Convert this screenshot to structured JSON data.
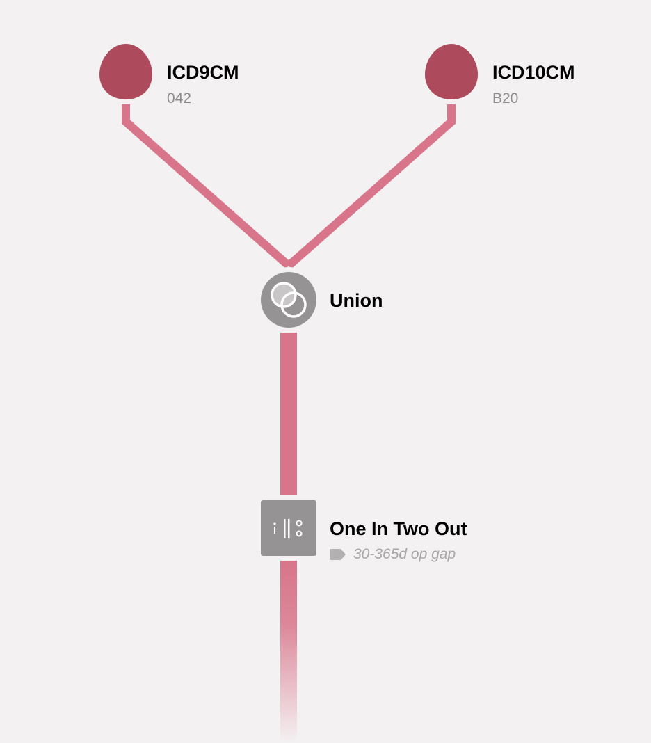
{
  "nodes": {
    "source_left": {
      "title": "ICD9CM",
      "code": "042",
      "icon": "drop-icon",
      "color": "#ad4a5c"
    },
    "source_right": {
      "title": "ICD10CM",
      "code": "B20",
      "icon": "drop-icon",
      "color": "#ad4a5c"
    },
    "union": {
      "title": "Union",
      "icon": "union-circles-icon",
      "color": "#969394"
    },
    "filter": {
      "title": "One In Two Out",
      "icon": "one-in-two-out-icon",
      "tag_icon": "tag-icon",
      "tag": "30-365d op gap",
      "color": "#969394"
    }
  },
  "colors": {
    "background": "#f4f1f2",
    "edge": "#d8758a"
  }
}
